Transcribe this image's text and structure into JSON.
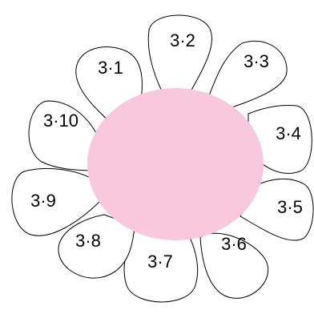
{
  "flower": {
    "center_color": "#F8C8DC",
    "petal_fill": "#FFFFFF",
    "petal_stroke": "#000000",
    "petals": [
      {
        "label": "3·1"
      },
      {
        "label": "3·2"
      },
      {
        "label": "3·3"
      },
      {
        "label": "3·4"
      },
      {
        "label": "3·5"
      },
      {
        "label": "3·6"
      },
      {
        "label": "3·7"
      },
      {
        "label": "3·8"
      },
      {
        "label": "3·9"
      },
      {
        "label": "3·10"
      }
    ]
  }
}
